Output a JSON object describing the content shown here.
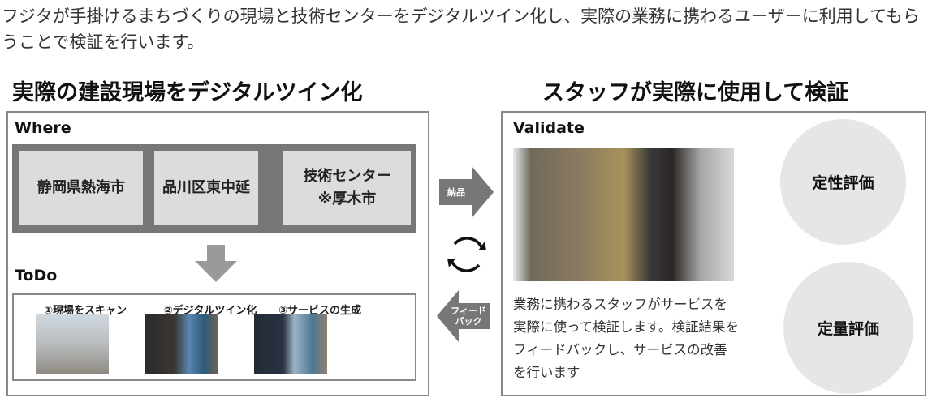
{
  "intro": "フジタが手掛けるまちづくりの現場と技術センターをデジタルツイン化し、実際の業務に携わるユーザーに利用してもらうことで検証を行います。",
  "left": {
    "heading": "実際の建設現場をデジタルツイン化",
    "where_label": "Where",
    "locations": [
      "静岡県熱海市",
      "品川区東中延",
      "技術センター",
      "※厚木市"
    ],
    "todo_label": "ToDo",
    "steps": [
      "①現場をスキャン",
      "②デジタルツイン化",
      "③サービスの生成"
    ]
  },
  "arrows": {
    "delivery": "納品",
    "feedback_1": "フィード",
    "feedback_2": "バック"
  },
  "right": {
    "heading": "スタッフが実際に使用して検証",
    "validate_label": "Validate",
    "description": "業務に携わるスタッフがサービスを実際に使って検証します。検証結果をフィードバックし、サービスの改善を行います",
    "evaluations": [
      "定性評価",
      "定量評価"
    ]
  }
}
